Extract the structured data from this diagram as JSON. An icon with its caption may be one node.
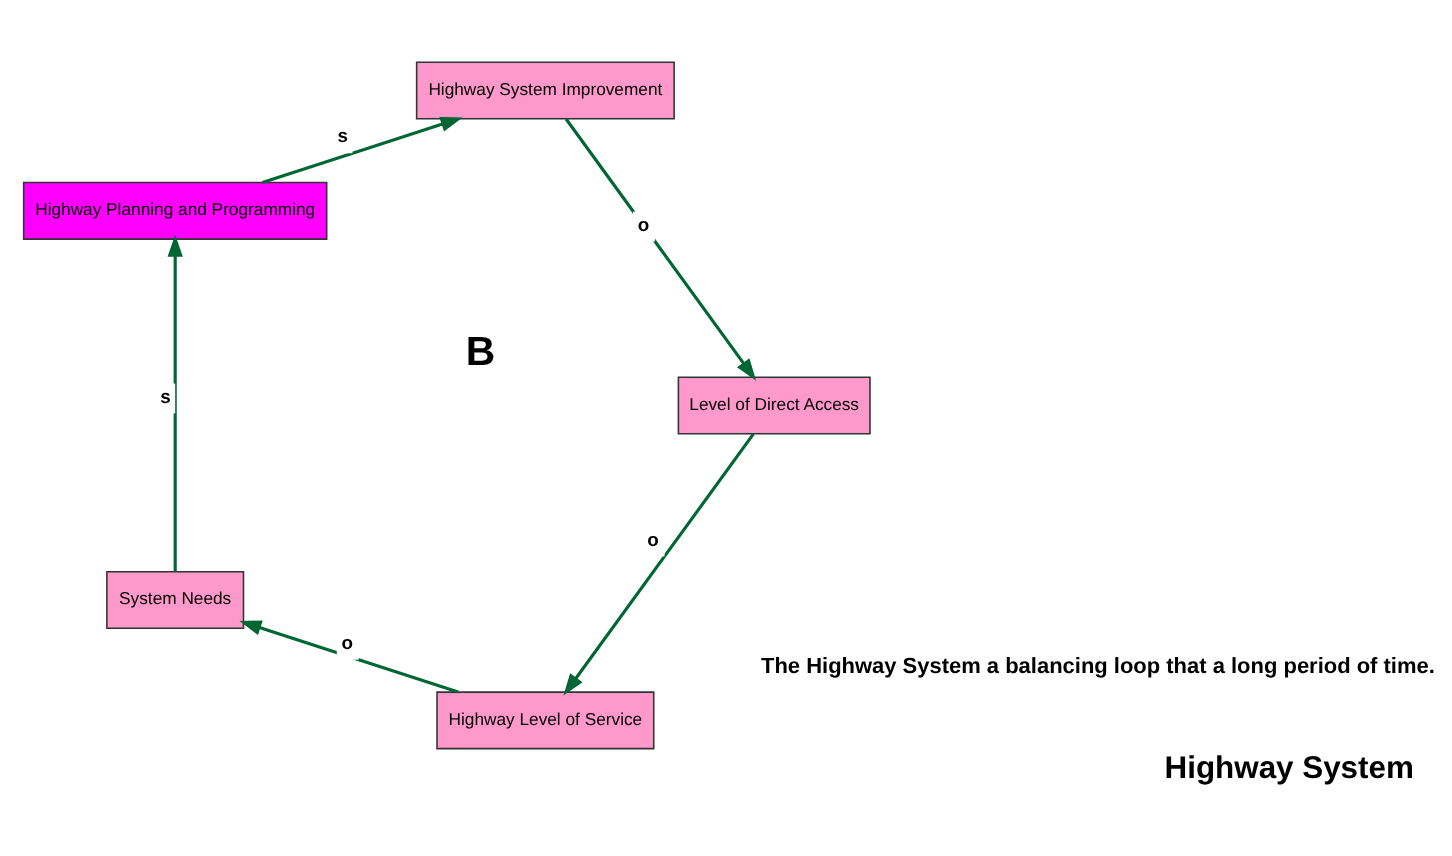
{
  "diagram": {
    "title": "Highway System",
    "nodes": [
      {
        "text": [
          "Highway Level of Service"
        ]
      },
      {
        "text": [
          "System Needs"
        ]
      },
      {
        "text": [
          "Highway Planning and Programming"
        ]
      },
      {
        "text": [
          "Highway System Improvement"
        ]
      },
      {
        "text": [
          "Level of Direct Access"
        ]
      }
    ],
    "edges": [
      {
        "from": 4,
        "to": 0,
        "arrow": "to",
        "label": "o"
      },
      {
        "from": 0,
        "to": 1,
        "arrow": "to",
        "label": "o"
      },
      {
        "from": 1,
        "to": 2,
        "arrow": "to",
        "label": "s"
      },
      {
        "from": 2,
        "to": 3,
        "arrow": "to",
        "label": "s"
      },
      {
        "from": 3,
        "to": 4,
        "arrow": "to",
        "label": "o"
      }
    ],
    "labels": [
      "B",
      "The Highway System a balancing loop that a long period of time."
    ]
  }
}
